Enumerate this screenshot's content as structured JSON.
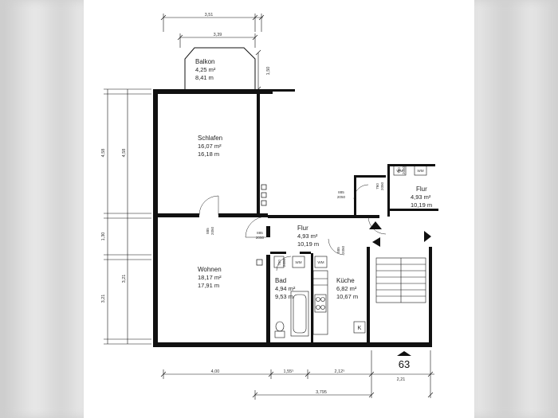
{
  "rooms": {
    "balkon": {
      "name": "Balkon",
      "area": "4,25 m²",
      "perimeter": "8,41 m"
    },
    "schlafen": {
      "name": "Schlafen",
      "area": "16,07 m²",
      "perimeter": "16,18 m"
    },
    "wohnen": {
      "name": "Wohnen",
      "area": "18,17 m²",
      "perimeter": "17,91 m"
    },
    "flur": {
      "name": "Flur",
      "area": "4,93 m²",
      "perimeter": "10,19 m"
    },
    "flur2": {
      "name": "Flur",
      "area": "4,93 m²",
      "perimeter": "10,19 m"
    },
    "bad": {
      "name": "Bad",
      "area": "4,94 m²",
      "perimeter": "9,53 m"
    },
    "kueche": {
      "name": "Küche",
      "area": "6,82 m²",
      "perimeter": "10,67 m"
    }
  },
  "fixtures": {
    "wm": "WM",
    "k": "K"
  },
  "apartment_number": "63",
  "dimensions": {
    "top_1": "3,51",
    "top_2": "3,39",
    "balkon_depth": "1,50",
    "left_1": "4,58",
    "left_2": "4,58",
    "left_3": "1,30",
    "left_4": "3,21",
    "left_5": "3,21",
    "bottom_1": "4,00",
    "bottom_2": "1,55⁵",
    "bottom_3": "2,12⁵",
    "bottom_4": "2,21",
    "bottom_5": "3,795"
  },
  "door_labels": {
    "d1": "885",
    "d1b": "2050",
    "d2": "885",
    "d2b": "2050",
    "d3": "885",
    "d3b": "2050",
    "d4": "760",
    "d4b": "2050",
    "d5": "760",
    "d5b": "2050",
    "d6": "885",
    "d6b": "2050",
    "d7": "760",
    "d7b": "2050"
  }
}
